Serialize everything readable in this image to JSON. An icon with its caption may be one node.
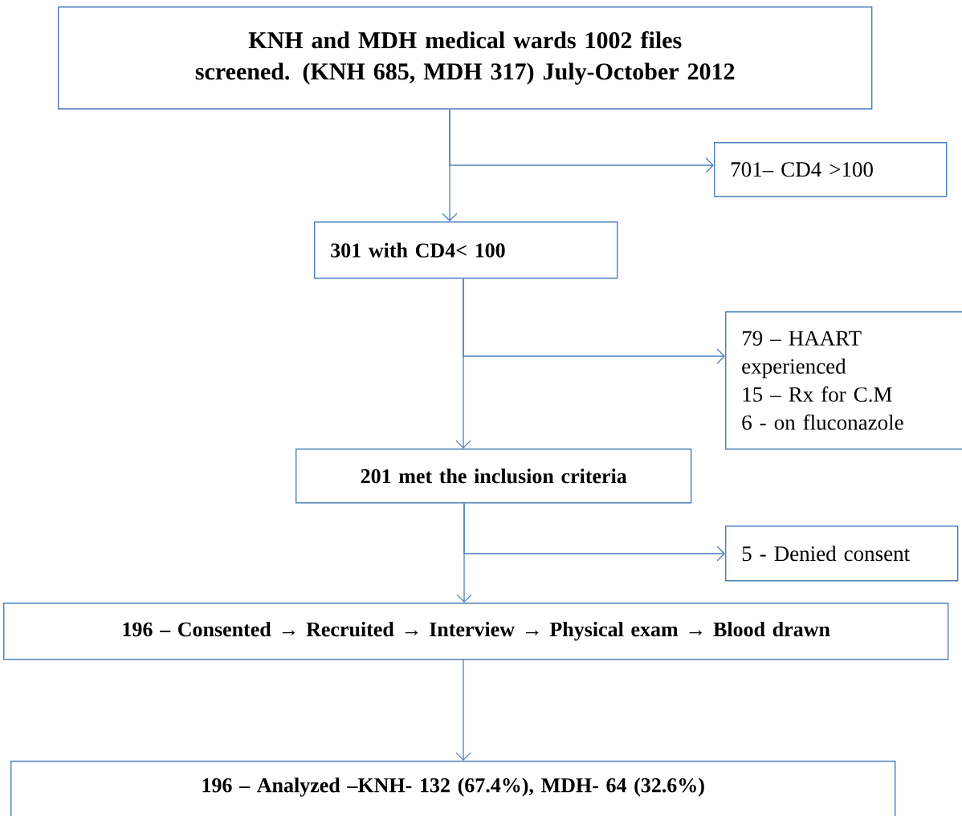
{
  "diagram": {
    "nodes": [
      {
        "text": [
          "KNH and MDH medical wards 1002 files screened. (KNH 685, MDH 317) July-October 2012"
        ]
      },
      {
        "text": [
          "701– CD4 >100"
        ]
      },
      {
        "text": [
          "301 with CD4< 100"
        ]
      },
      {
        "text": [
          "79 – HAART experienced",
          "15 – Rx for C.M",
          "6   - on fluconazole"
        ]
      },
      {
        "text": [
          "201 met the inclusion criteria"
        ]
      },
      {
        "text": [
          "5 - Denied consent"
        ]
      },
      {
        "text": [
          "196 – Consented → Recruited → Interview → Physical exam → Blood drawn"
        ]
      },
      {
        "text": [
          "196 – Analyzed –KNH- 132 (67.4%), MDH- 64 (32.6%)"
        ]
      }
    ],
    "edges": [
      {
        "from": 0,
        "to": 2,
        "arrow": "to"
      },
      {
        "from": 0,
        "to": 1,
        "arrow": "to"
      },
      {
        "from": 2,
        "to": 4,
        "arrow": "to"
      },
      {
        "from": 2,
        "to": 3,
        "arrow": "to"
      },
      {
        "from": 4,
        "to": 6,
        "arrow": "to"
      },
      {
        "from": 4,
        "to": 5,
        "arrow": "to"
      },
      {
        "from": 6,
        "to": 7,
        "arrow": "to"
      }
    ]
  }
}
